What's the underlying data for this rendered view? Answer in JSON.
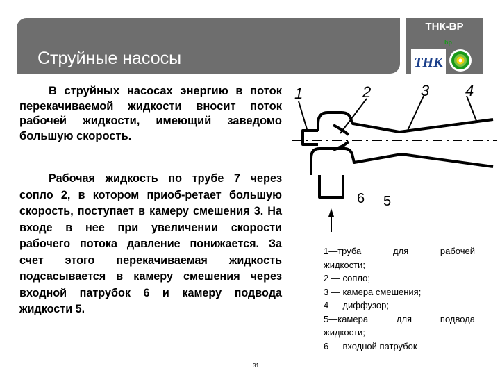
{
  "header": {
    "title": "Струйные насосы",
    "logo_text": "ТНК-ВР",
    "logo_tnk": "ТНК",
    "logo_bp": "bp"
  },
  "body": {
    "paragraph1": "В струйных насосах энергию в поток перекачиваемой жидкости вносит поток рабочей жидкости, имеющий заведомо большую скорость.",
    "paragraph2": "Рабочая жидкость по трубе 7 через сопло 2, в котором приоб-ретает большую скорость, поступает в камеру смешения 3. На входе в нее при увеличении скорости рабочего потока давление понижается. За счет этого перекачиваемая жидкость подсасывается в камеру смешения через входной патрубок 6 и камеру подвода жидкости 5."
  },
  "diagram": {
    "labels": [
      "1",
      "2",
      "3",
      "4",
      "6",
      "5"
    ]
  },
  "legend": {
    "lines": [
      "1—труба для рабочей",
      "жидкости;",
      "2 — сопло;",
      "3 — камера смешения;",
      "4 — диффузор;",
      "5—камера для подвода",
      "жидкости;",
      "6 — входной патрубок"
    ]
  },
  "footer": {
    "page_number": "31"
  },
  "colors": {
    "header_bg": "#6e6e6e",
    "bp_green": "#1a9a1a",
    "bp_yellow": "#f5d20a"
  }
}
